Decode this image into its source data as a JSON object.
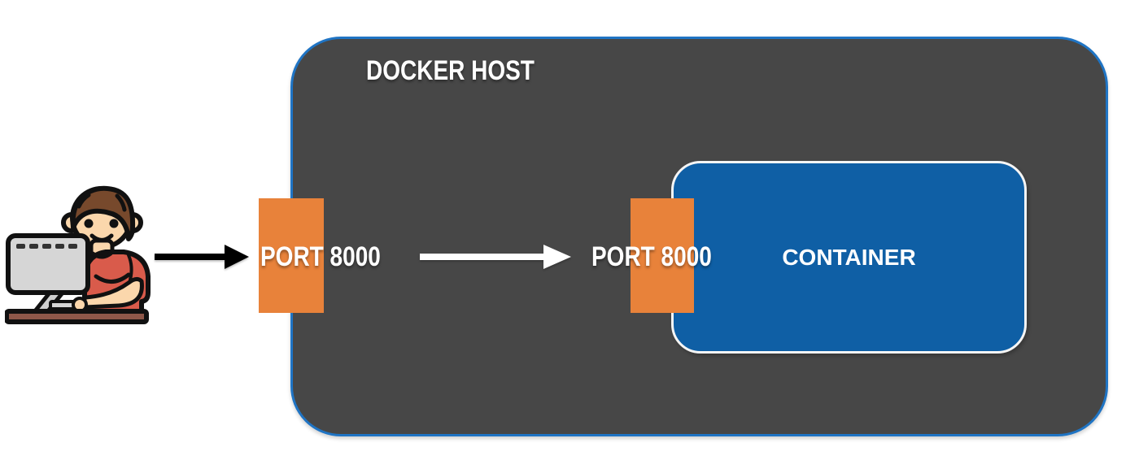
{
  "nodes": {
    "user": {
      "icon": "person-at-computer-icon"
    },
    "docker_host": {
      "label": "DOCKER HOST"
    },
    "host_port": {
      "label": "PORT 8000"
    },
    "container_port": {
      "label": "PORT 8000"
    },
    "container": {
      "label": "CONTAINER"
    }
  },
  "connectors": {
    "outer_arrow": {
      "icon": "arrow-right-icon",
      "direction": "right"
    },
    "inner_arrow": {
      "icon": "arrow-right-icon",
      "direction": "right"
    }
  },
  "colors": {
    "background": "#FFFFFF",
    "host_fill": "#474747",
    "host_border": "#1F74C4",
    "container_fill": "#0F5FA5",
    "container_border": "#F5F5F5",
    "port_fill": "#E8823A",
    "label_color": "#FFFFFF",
    "arrow_outer": "#000000",
    "arrow_inner": "#FFFFFF"
  }
}
